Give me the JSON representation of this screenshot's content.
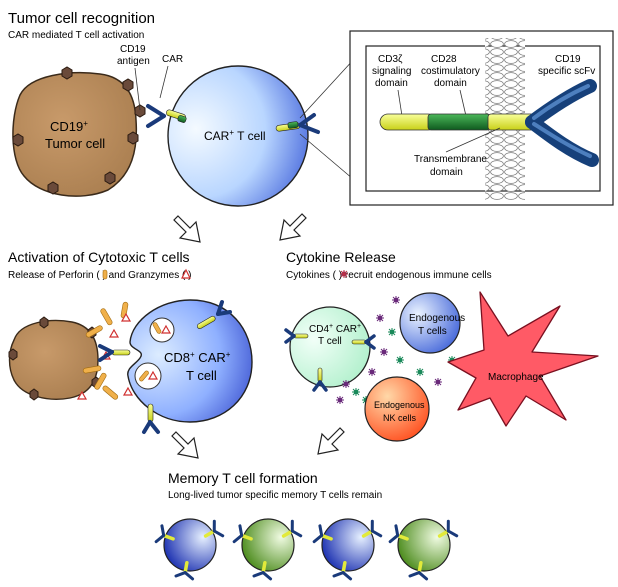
{
  "sections": {
    "recognition": {
      "title": "Tumor cell recognition",
      "subtitle": "CAR mediated T cell activation"
    },
    "cytotoxic": {
      "title": "Activation of Cytotoxic T cells",
      "subtitle_pre": "Release of Perforin (",
      "subtitle_mid": ") and Granzymes (",
      "subtitle_post": ")"
    },
    "cytokine": {
      "title": "Cytokine Release",
      "subtitle_pre": "Cytokines (",
      "subtitle_post": ") recruit endogenous immune cells"
    },
    "memory": {
      "title": "Memory T cell formation",
      "subtitle": "Long-lived tumor specific memory T cells remain"
    }
  },
  "labels": {
    "tumor_cell_line1": "CD19",
    "tumor_cell_sup": "+",
    "tumor_cell_line2": "Tumor cell",
    "cd19_antigen_line1": "CD19",
    "cd19_antigen_line2": "antigen",
    "car": "CAR",
    "car_t_cell_pre": "CAR",
    "car_t_cell_sup": "+",
    "car_t_cell_post": " T cell",
    "cd3z_line1": "CD3ζ",
    "cd3z_line2": "signaling",
    "cd3z_line3": "domain",
    "cd28_line1": "CD28",
    "cd28_line2": "costimulatory",
    "cd28_line3": "domain",
    "scfv_line1": "CD19",
    "scfv_line2": "specific scFv",
    "transmembrane_line1": "Transmembrane",
    "transmembrane_line2": "domain",
    "cd8_line1_a": "CD8",
    "cd8_sup1": "+",
    "cd8_line1_b": " CAR",
    "cd8_sup2": "+",
    "cd8_line2": "T cell",
    "cd4_line1_a": "CD4",
    "cd4_sup1": "+",
    "cd4_line1_b": " CAR",
    "cd4_sup2": "+",
    "cd4_line2": "T cell",
    "endo_t_line1": "Endogenous",
    "endo_t_line2": "T cells",
    "macrophage": "Macrophage",
    "endo_nk_line1": "Endogenous",
    "endo_nk_line2": "NK cells"
  },
  "colors": {
    "tumor": "#b5865a",
    "tumor_outline": "#3a2a1a",
    "t_cell_light": "#e6f2ff",
    "t_cell_dark": "#3f5fd6",
    "car_blue": "#22488a",
    "car_yellow": "#e2ea3a",
    "car_green": "#1e7a2e",
    "memory_green": "#6fa82c",
    "cd4_cell": "#d8f7e4",
    "nk_orange": "#ff6a26",
    "macrophage": "#ff5a66",
    "granzyme": "#e04040",
    "perforin": "#f0b04a"
  }
}
